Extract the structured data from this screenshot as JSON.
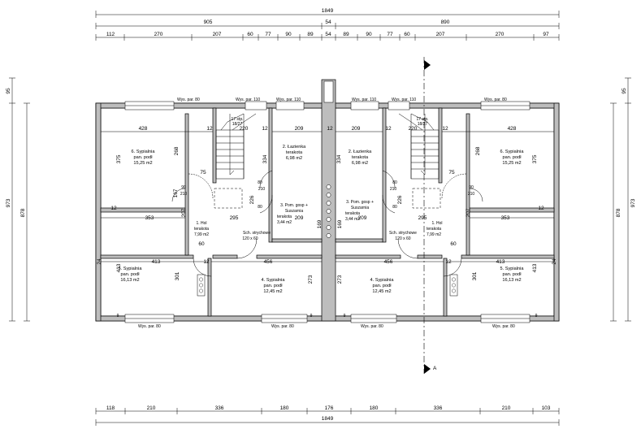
{
  "dimensions": {
    "top_total": "1849",
    "top_row2": [
      "905",
      "54",
      "890"
    ],
    "top_row3": [
      "112",
      "270",
      "207",
      "60",
      "77",
      "90",
      "89",
      "54",
      "89",
      "90",
      "77",
      "60",
      "207",
      "270",
      "97"
    ],
    "bottom_row1": [
      "118",
      "210",
      "336",
      "180",
      "176",
      "180",
      "336",
      "210",
      "103"
    ],
    "bottom_total": "1849",
    "left_outer": [
      "95",
      "973",
      "878"
    ],
    "right_outer": [
      "95",
      "973",
      "878"
    ]
  },
  "windows": {
    "top": [
      "Wys. par. 80",
      "Wys. par. 110",
      "Wys. par. 110",
      "Wys. par. 110",
      "Wys. par. 110",
      "Wys. par. 80"
    ],
    "bottom": [
      "Wys. par. 80",
      "Wys. par. 80",
      "Wys. par. 80",
      "Wys. par. 80"
    ]
  },
  "rooms": {
    "bedroom6_left": {
      "name": "6. Sypialnia",
      "floor": "pan. podł",
      "area": "15,25 m2"
    },
    "bedroom6_right": {
      "name": "6. Sypialnia",
      "floor": "pan. podł",
      "area": "15,25 m2"
    },
    "bathroom_left": {
      "name": "2. Łazienka",
      "floor": "terakota",
      "area": "6,98 m2"
    },
    "bathroom_right": {
      "name": "2. Łazienka",
      "floor": "terakota",
      "area": "6,98 m2"
    },
    "utility_left": {
      "name": "3. Pom. gosp +",
      "sub": "Suszarnia",
      "floor": "terakota",
      "area": "3,44 m2"
    },
    "utility_right": {
      "name": "3. Pom. gosp +",
      "sub": "Suszarnia",
      "floor": "terakota",
      "area": "3,44 m2"
    },
    "hall_left": {
      "name": "1. Hol",
      "floor": "terakota",
      "area": "7,99 m2"
    },
    "hall_right": {
      "name": "1. Hol",
      "floor": "terakota",
      "area": "7,99 m2"
    },
    "bedroom5_left": {
      "name": "5. Sypialnia",
      "floor": "pan. podł",
      "area": "16,13 m2"
    },
    "bedroom5_right": {
      "name": "5. Sypialnia",
      "floor": "pan. podł",
      "area": "16,13 m2"
    },
    "bedroom4_left": {
      "name": "4. Sypialnia",
      "floor": "pan. podł",
      "area": "12,45 m2"
    },
    "bedroom4_right": {
      "name": "4. Sypialnia",
      "floor": "pan. podł",
      "area": "12,45 m2"
    }
  },
  "stairs": {
    "left": "17 stp.",
    "left_size": "18/27",
    "right": "17 stp.",
    "right_size": "18/27"
  },
  "attic_stairs": {
    "left": "Sch. strychowe",
    "left_size": "120 x 60",
    "right": "Sch. strychowe",
    "right_size": "120 x 60"
  },
  "section_marker": "A",
  "room_dims": {
    "w428": "428",
    "w220": "220",
    "w209": "209",
    "w12": "12",
    "w353": "353",
    "w295": "295",
    "w413": "413",
    "w456": "456",
    "h268": "268",
    "h375": "375",
    "h334": "334",
    "h301": "301",
    "h273": "273",
    "h169": "169",
    "h167": "167",
    "h207": "207",
    "h226": "226",
    "h24": "24",
    "w75": "75",
    "w60": "60",
    "w80": "80",
    "w210": "210",
    "w90": "90",
    "w9": "9"
  }
}
